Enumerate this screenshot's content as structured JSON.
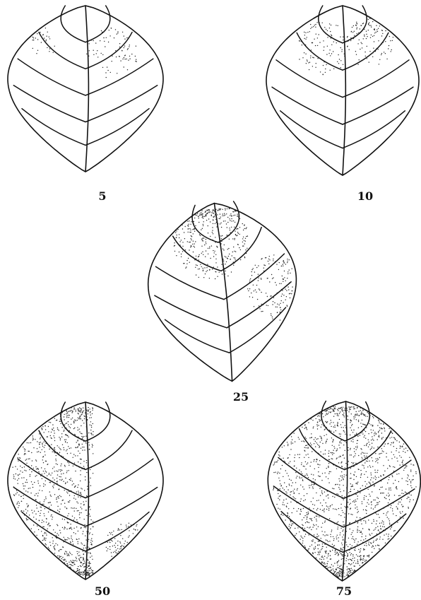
{
  "figure": {
    "leaves": [
      {
        "label": "5",
        "severity_percent": 5
      },
      {
        "label": "10",
        "severity_percent": 10
      },
      {
        "label": "25",
        "severity_percent": 25
      },
      {
        "label": "50",
        "severity_percent": 50
      },
      {
        "label": "75",
        "severity_percent": 75
      }
    ]
  }
}
